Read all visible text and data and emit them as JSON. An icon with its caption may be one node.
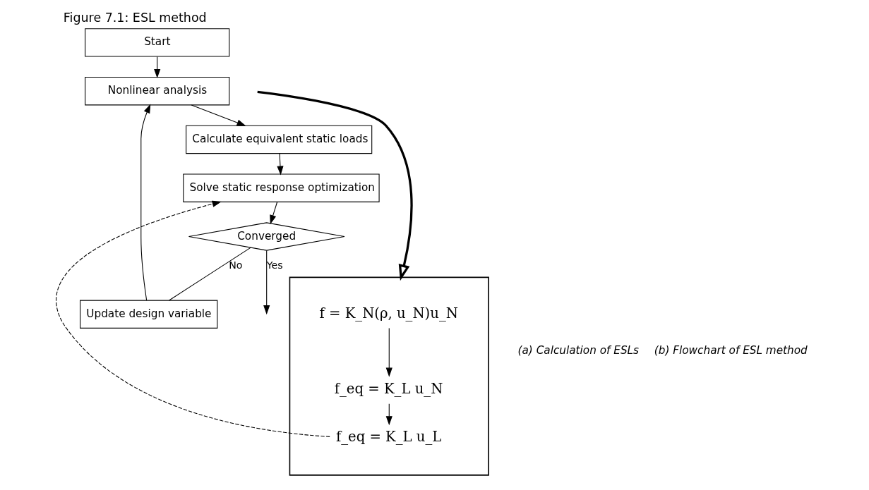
{
  "diagram": {
    "title": "Figure 7.1: ESL method",
    "nodes": [
      {
        "text": [],
        "shape": "box"
      },
      {
        "text": [
          "f = K_N(ρ, u_N)u_N"
        ],
        "in": 0
      },
      {
        "text": [
          "f_eq = K_L u_N"
        ],
        "in": 0
      },
      {
        "text": [
          "f_eq = K_L u_L"
        ],
        "in": 0
      },
      {
        "text": [
          "Start"
        ]
      },
      {
        "text": [
          "Nonlinear analysis"
        ]
      },
      {
        "text": [
          "Calculate equivalent static loads"
        ]
      },
      {
        "text": [
          "Solve static response optimization"
        ]
      },
      {
        "text": [
          "Converged"
        ]
      },
      {
        "text": [
          "Update design variable"
        ]
      }
    ],
    "edges": [
      {
        "from": 1,
        "to": 2,
        "arrow": "to"
      },
      {
        "from": 2,
        "to": 3,
        "arrow": "to"
      },
      {
        "from": 3,
        "to": 7,
        "arrow": "to",
        "style": "dashed"
      },
      {
        "from": null,
        "to": 0,
        "arrow": "to",
        "style": "thick"
      },
      {
        "from": 4,
        "to": 5,
        "arrow": "to"
      },
      {
        "from": 5,
        "to": 6,
        "arrow": "to"
      },
      {
        "from": 6,
        "to": 7,
        "arrow": "to"
      },
      {
        "from": 7,
        "to": 8,
        "arrow": "to"
      },
      {
        "from": 8,
        "to": 9,
        "arrow": "none",
        "label": "No"
      },
      {
        "from": 9,
        "to": 5,
        "arrow": "to"
      },
      {
        "from": 8,
        "to": null,
        "arrow": "to",
        "label": "Yes"
      }
    ],
    "labels": [
      "(a) Calculation of ESLs",
      "(b) Flowchart of ESL method"
    ]
  }
}
